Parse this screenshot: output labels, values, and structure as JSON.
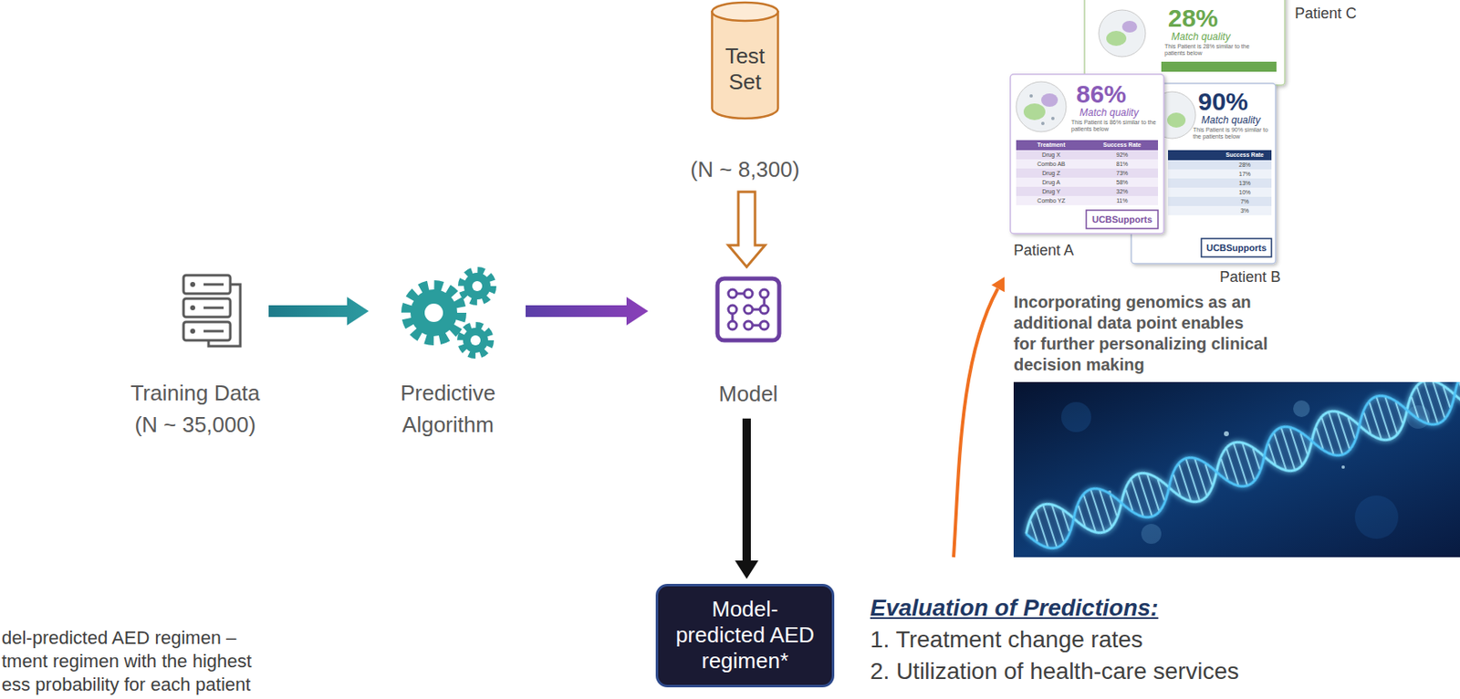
{
  "diagram": {
    "nodes": [
      {
        "text": [
          "Training Data",
          "(N ~ 35,000)"
        ]
      },
      {
        "text": [
          "Predictive Algorithm"
        ]
      },
      {
        "text": [
          "Test Set",
          "(N ~ 8,300)"
        ]
      },
      {
        "text": [
          "Model"
        ]
      },
      {
        "text": [
          "Model-predicted AED regimen*"
        ]
      }
    ],
    "edges": [
      {
        "from": 0,
        "to": 1,
        "arrow": "to"
      },
      {
        "from": 1,
        "to": 3,
        "arrow": "to"
      },
      {
        "from": 2,
        "to": 3,
        "arrow": "to"
      },
      {
        "from": 3,
        "to": 4,
        "arrow": "to"
      }
    ],
    "labels": [
      "28%",
      "Match quality",
      "This Patient is 28% similar to the patients below",
      "Patient C",
      "86%",
      "Match quality",
      "This Patient is 86% similar to the patients below",
      "Treatment",
      "Success Rate",
      "Drug X",
      "92%",
      "Combo AB",
      "81%",
      "Drug Z",
      "73%",
      "Drug A",
      "58%",
      "Drug Y",
      "32%",
      "Combo YZ",
      "11%",
      "UCBSupports",
      "Patient A",
      "90%",
      "Match quality",
      "This Patient is 90% similar to the patients below",
      "Success Rate",
      "28%",
      "17%",
      "13%",
      "10%",
      "7%",
      "3%",
      "UCBSupports",
      "Patient B",
      "Incorporating genomics as an additional data point enables for further personalizing clinical decision making",
      "Evaluation of Predictions:",
      "1. Treatment change rates",
      "2. Utilization of health-care services",
      "del-predicted AED regimen –",
      "tment regimen with the highest",
      "ess probability for each patient"
    ]
  }
}
